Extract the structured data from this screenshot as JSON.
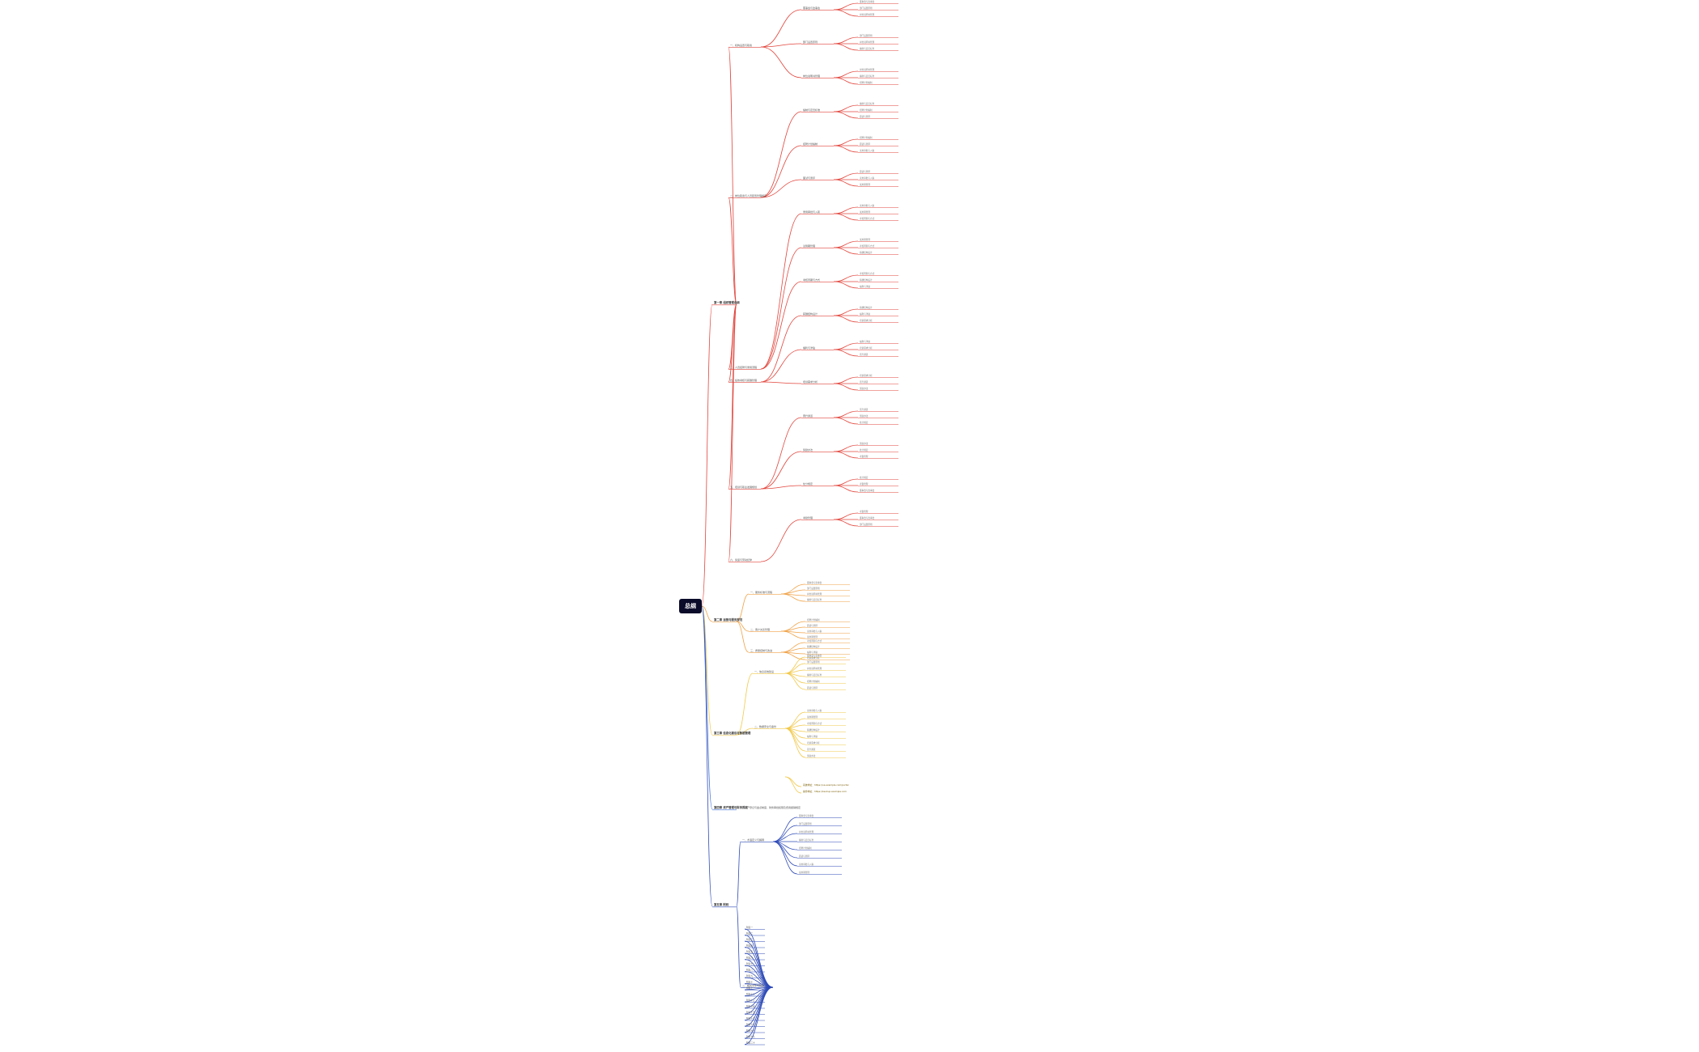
{
  "root": {
    "label": "总纲"
  },
  "colors": {
    "background": "#ffffff",
    "root": "#0b0b2a",
    "branch_red": "#e2453c",
    "branch_orange": "#f0a248",
    "branch_yellow": "#f2c94c",
    "branch_blue": "#3f6fd8",
    "branch_navy": "#2e4bb7",
    "text": "#555555"
  },
  "branches": [
    {
      "label": "第一章 组织管理总纲",
      "color": "#e2453c"
    },
    {
      "label": "第二章 运营与服务规范",
      "color": "#f0a248"
    },
    {
      "label": "第三章 信息化建设与数据管理",
      "color": "#f2c94c"
    },
    {
      "label": "第四章 资产管理与财务规定",
      "color": "#3f6fd8"
    },
    {
      "label": "第五章 附则",
      "color": "#2e4bb7"
    }
  ],
  "red_subs": [
    "一、机构设置与职责",
    "二、岗位职责与人员配置管理规定",
    "三、人员招聘与录用流程",
    "四、绩效考核与薪酬管理",
    "五、培训与职业发展规划",
    "六、奖惩与劳动纪律"
  ],
  "red_level3": [
    "董事会与监事会",
    "部门设置原则",
    "岗位说明书管理",
    "编制与定员标准",
    "招聘计划编制",
    "面试与测评",
    "录用审批与入职",
    "试用期管理",
    "考核周期与方式",
    "薪酬结构设计",
    "福利与津贴",
    "培训需求分析",
    "晋升通道",
    "奖励办法",
    "处分规定",
    "考勤管理"
  ],
  "orange_subs": [
    "一、服务标准与流程",
    "二、客户关系管理",
    "三、质量控制与改进"
  ],
  "yellow_subs": [
    "一、信息系统建设",
    "二、数据安全与备份"
  ],
  "blue_subs": [
    "一、资产登记与盘点制度，财务审批权限及费用报销规定"
  ],
  "navy_subs": [
    "一、术语定义与解释",
    "二、相关文件与附表"
  ],
  "navy_list": [
    "附表一",
    "附表二",
    "附表三",
    "附表四",
    "附表五",
    "附表六",
    "附表七",
    "附表八",
    "附表九",
    "附表十",
    "附表十一",
    "附表十二",
    "附表十三",
    "附表十四",
    "附表十五",
    "附表十六",
    "附表十七",
    "附表十八",
    "附表十九",
    "附表二十"
  ],
  "yellow_links": [
    "系统地址：https://oa.example.com/portal",
    "备份地址：https://backup.example.com"
  ]
}
